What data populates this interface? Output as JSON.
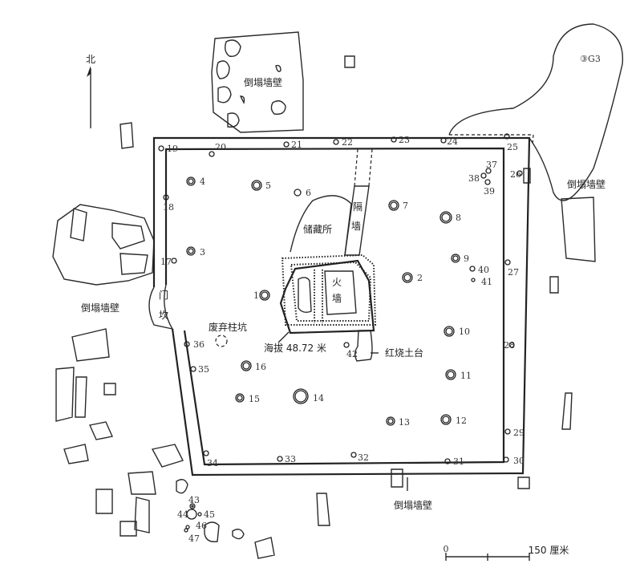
{
  "labels": {
    "north": "北",
    "collapsed_wall": "倒塌墙壁",
    "g3": "③G3",
    "storage": "储藏所",
    "partition_wall_1": "隔",
    "partition_wall_2": "墙",
    "fire_wall_1": "火",
    "fire_wall_2": "墙",
    "threshold_1": "门",
    "threshold_2": "坎",
    "abandoned_pit": "废弃柱坑",
    "elevation": "海拔 48.72 米",
    "burnt_platform": "红烧土台"
  },
  "scale": {
    "start": "0",
    "end": "150 厘米"
  },
  "postholes": [
    "1",
    "2",
    "3",
    "4",
    "5",
    "6",
    "7",
    "8",
    "9",
    "10",
    "11",
    "12",
    "13",
    "14",
    "15",
    "16",
    "17",
    "18",
    "19",
    "20",
    "21",
    "22",
    "23",
    "24",
    "25",
    "26",
    "27",
    "28",
    "29",
    "30",
    "31",
    "32",
    "33",
    "34",
    "35",
    "36",
    "37",
    "38",
    "39",
    "40",
    "41",
    "42",
    "43",
    "44",
    "45",
    "46",
    "47"
  ]
}
